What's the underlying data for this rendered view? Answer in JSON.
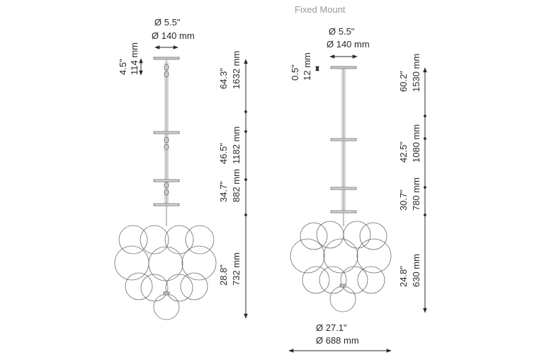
{
  "title": "Fixed Mount",
  "left": {
    "canopy": {
      "in": "Ø 5.5\"",
      "mm": "Ø 140 mm"
    },
    "canopy_height": {
      "in": "4.5\"",
      "mm": "114 mm"
    },
    "heights": [
      {
        "in": "64.3\"",
        "mm": "1632 mm"
      },
      {
        "in": "46.5\"",
        "mm": "1182 mm"
      },
      {
        "in": "34.7\"",
        "mm": "882 mm"
      },
      {
        "in": "28.8\"",
        "mm": "732 mm"
      }
    ]
  },
  "right": {
    "canopy": {
      "in": "Ø 5.5\"",
      "mm": "Ø 140 mm"
    },
    "canopy_height": {
      "in": "0.5\"",
      "mm": "12 mm"
    },
    "heights": [
      {
        "in": "60.2\"",
        "mm": "1530 mm"
      },
      {
        "in": "42.5\"",
        "mm": "1080 mm"
      },
      {
        "in": "30.7\"",
        "mm": "780 mm"
      },
      {
        "in": "24.8\"",
        "mm": "630 mm"
      }
    ],
    "width": {
      "in": "Ø 27.1\"",
      "mm": "Ø 688 mm"
    }
  }
}
